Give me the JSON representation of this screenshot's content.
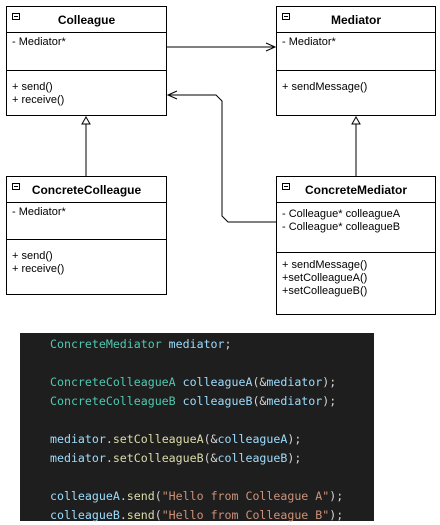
{
  "classes": {
    "colleague": {
      "name": "Colleague",
      "attributes": [
        "- Mediator*"
      ],
      "methods": [
        "+ send()",
        "+ receive()"
      ]
    },
    "mediator": {
      "name": "Mediator",
      "attributes": [
        "- Mediator*"
      ],
      "methods": [
        "+ sendMessage()"
      ]
    },
    "concrete_colleague": {
      "name": "ConcreteColleague",
      "attributes": [
        "- Mediator*"
      ],
      "methods": [
        "+ send()",
        "+ receive()"
      ]
    },
    "concrete_mediator": {
      "name": "ConcreteMediator",
      "attributes": [
        "- Colleague* colleagueA",
        "- Colleague* colleagueB"
      ],
      "methods": [
        "+ sendMessage()",
        "+setColleagueA()",
        "+setColleagueB()"
      ]
    }
  },
  "code": {
    "lines": [
      [
        {
          "t": "ConcreteMediator",
          "k": "type"
        },
        {
          "t": " ",
          "k": "pun"
        },
        {
          "t": "mediator",
          "k": "var"
        },
        {
          "t": ";",
          "k": "pun"
        }
      ],
      [],
      [
        {
          "t": "ConcreteColleagueA",
          "k": "type"
        },
        {
          "t": " ",
          "k": "pun"
        },
        {
          "t": "colleagueA",
          "k": "var"
        },
        {
          "t": "(&",
          "k": "pun"
        },
        {
          "t": "mediator",
          "k": "var"
        },
        {
          "t": ");",
          "k": "pun"
        }
      ],
      [
        {
          "t": "ConcreteColleagueB",
          "k": "type"
        },
        {
          "t": " ",
          "k": "pun"
        },
        {
          "t": "colleagueB",
          "k": "var"
        },
        {
          "t": "(&",
          "k": "pun"
        },
        {
          "t": "mediator",
          "k": "var"
        },
        {
          "t": ");",
          "k": "pun"
        }
      ],
      [],
      [
        {
          "t": "mediator",
          "k": "var"
        },
        {
          "t": ".",
          "k": "pun"
        },
        {
          "t": "setColleagueA",
          "k": "fn"
        },
        {
          "t": "(&",
          "k": "pun"
        },
        {
          "t": "colleagueA",
          "k": "var"
        },
        {
          "t": ");",
          "k": "pun"
        }
      ],
      [
        {
          "t": "mediator",
          "k": "var"
        },
        {
          "t": ".",
          "k": "pun"
        },
        {
          "t": "setColleagueB",
          "k": "fn"
        },
        {
          "t": "(&",
          "k": "pun"
        },
        {
          "t": "colleagueB",
          "k": "var"
        },
        {
          "t": ");",
          "k": "pun"
        }
      ],
      [],
      [
        {
          "t": "colleagueA",
          "k": "var"
        },
        {
          "t": ".",
          "k": "pun"
        },
        {
          "t": "send",
          "k": "fn"
        },
        {
          "t": "(",
          "k": "pun"
        },
        {
          "t": "\"Hello from Colleague A\"",
          "k": "str"
        },
        {
          "t": ");",
          "k": "pun"
        }
      ],
      [
        {
          "t": "colleagueB",
          "k": "var"
        },
        {
          "t": ".",
          "k": "pun"
        },
        {
          "t": "send",
          "k": "fn"
        },
        {
          "t": "(",
          "k": "pun"
        },
        {
          "t": "\"Hello from Colleague B\"",
          "k": "str"
        },
        {
          "t": ");",
          "k": "pun"
        }
      ]
    ]
  },
  "colors": {
    "code_background": "#1e1e1e",
    "type": "#4ec9b0",
    "variable": "#9cdcfe",
    "function": "#dcdcaa",
    "string": "#ce9178",
    "punctuation": "#d4d4d4"
  }
}
